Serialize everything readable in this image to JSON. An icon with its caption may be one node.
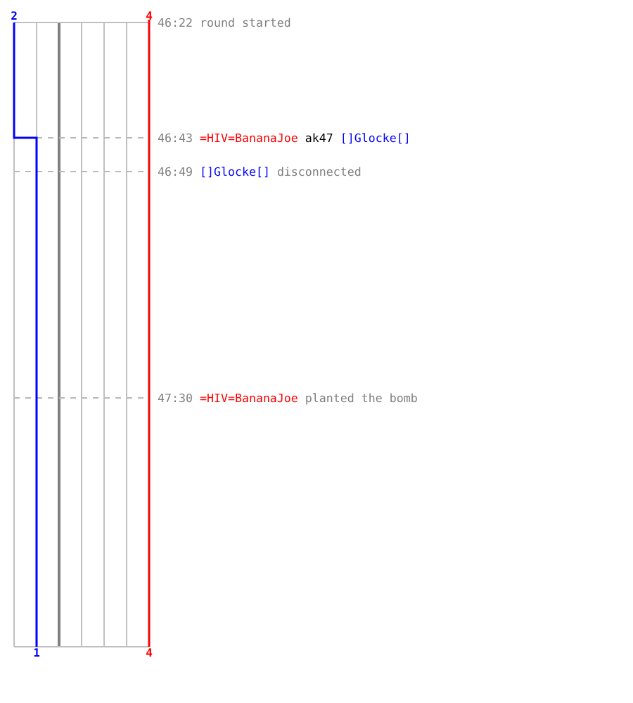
{
  "diagram": {
    "labels": [
      "2",
      "4",
      "46:22",
      "round started",
      "46:43",
      "=HIV=BananaJoe",
      "ak47",
      "[]Glocke[]",
      "46:49",
      "[]Glocke[]",
      "disconnected",
      "47:30",
      "=HIV=BananaJoe",
      "planted the bomb",
      "1",
      "4"
    ]
  }
}
